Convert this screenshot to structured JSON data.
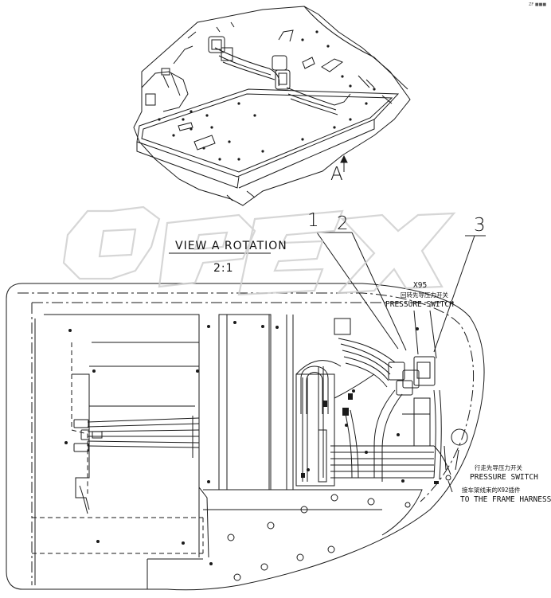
{
  "corner_mark": "ZF ■■■",
  "view_arrow_letter": "A",
  "callouts": [
    "1",
    "2",
    "3"
  ],
  "view_title": "VIEW A ROTATION",
  "view_scale": "2:1",
  "watermark": "OPEX",
  "x95": {
    "ref": "X95",
    "label_cn": "回转先导压力开关",
    "label_en": "PRESSURE SWITCH"
  },
  "travel_switch": {
    "label_cn": "行走先导压力开关",
    "label_en": "PRESSURE SWITCH"
  },
  "frame_harness": {
    "label_cn": "接车架线束的X92插件",
    "label_en": "TO THE FRAME HARNESS"
  }
}
